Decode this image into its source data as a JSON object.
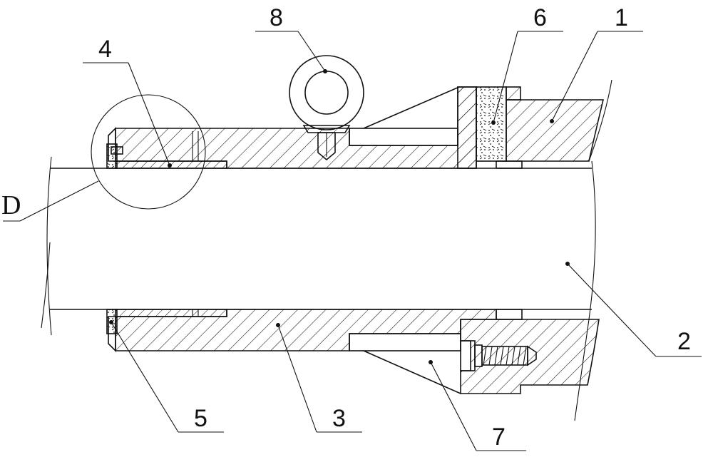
{
  "figure": {
    "labels": {
      "part_1": "1",
      "part_2": "2",
      "part_3": "3",
      "part_4": "4",
      "part_5": "5",
      "part_6": "6",
      "part_7": "7",
      "part_8": "8",
      "detail_D": "D"
    },
    "colors": {
      "line": "#111111",
      "background": "#ffffff"
    }
  }
}
